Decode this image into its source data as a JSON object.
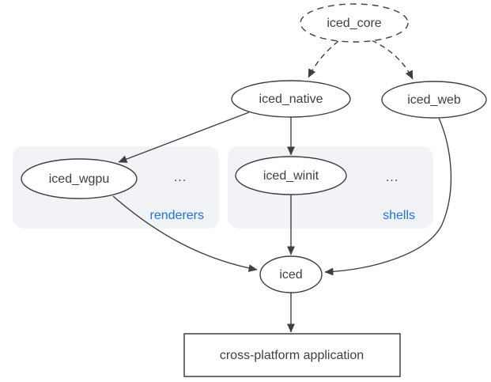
{
  "diagram": {
    "type": "dependency-graph",
    "colors": {
      "background": "#ffffff",
      "stroke": "#3c4043",
      "text": "#3c4043",
      "accent_blue": "#1a73e8",
      "group_fill": "#f2f3f7"
    },
    "nodes": {
      "iced_core": {
        "label": "iced_core",
        "shape": "ellipse-dashed"
      },
      "iced_native": {
        "label": "iced_native",
        "shape": "ellipse"
      },
      "iced_web": {
        "label": "iced_web",
        "shape": "ellipse"
      },
      "iced_wgpu": {
        "label": "iced_wgpu",
        "shape": "ellipse",
        "group": "renderers"
      },
      "iced_winit": {
        "label": "iced_winit",
        "shape": "ellipse",
        "group": "shells"
      },
      "iced": {
        "label": "iced",
        "shape": "ellipse"
      },
      "app": {
        "label": "cross-platform application",
        "shape": "rect"
      }
    },
    "groups": {
      "renderers": {
        "label": "renderers",
        "ellipsis": "..."
      },
      "shells": {
        "label": "shells",
        "ellipsis": "..."
      }
    },
    "edges": [
      {
        "from": "iced_core",
        "to": "iced_native",
        "style": "dashed"
      },
      {
        "from": "iced_core",
        "to": "iced_web",
        "style": "dashed"
      },
      {
        "from": "iced_native",
        "to": "iced_wgpu",
        "style": "solid"
      },
      {
        "from": "iced_native",
        "to": "iced_winit",
        "style": "solid"
      },
      {
        "from": "iced_wgpu",
        "to": "iced",
        "style": "solid"
      },
      {
        "from": "iced_winit",
        "to": "iced",
        "style": "solid"
      },
      {
        "from": "iced_web",
        "to": "iced",
        "style": "solid"
      },
      {
        "from": "iced",
        "to": "app",
        "style": "solid"
      }
    ]
  }
}
